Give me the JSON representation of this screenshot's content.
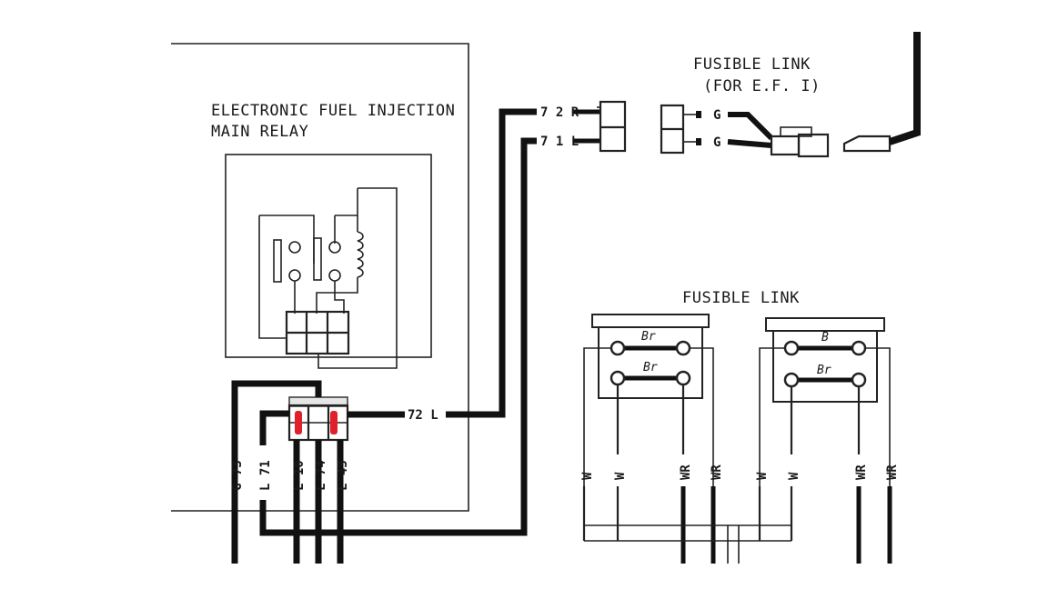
{
  "relay": {
    "title_line1": "ELECTRONIC FUEL INJECTION",
    "title_line2": "MAIN RELAY"
  },
  "fusible_link_efi": {
    "title_line1": "FUSIBLE LINK",
    "title_line2": "(FOR E.F. I)",
    "wire_top": "G",
    "wire_bottom": "G"
  },
  "fusible_link_main": {
    "title": "FUSIBLE LINK",
    "left_unit": {
      "top_label": "Br",
      "bottom_label": "Br"
    },
    "right_unit": {
      "top_label": "B",
      "bottom_label": "Br"
    }
  },
  "connector_labels": {
    "wire_72r": "7 2 R",
    "wire_71l": "7 1 L",
    "wire_72l": "72 L"
  },
  "harness_wire_labels": [
    "G 73",
    "L 71",
    "L 10",
    "L 74",
    "L 43"
  ],
  "fusible_wire_labels": [
    "W",
    "W",
    "WR",
    "WR",
    "W",
    "W",
    "WR",
    "WR"
  ],
  "highlight_color": "#e0202a"
}
